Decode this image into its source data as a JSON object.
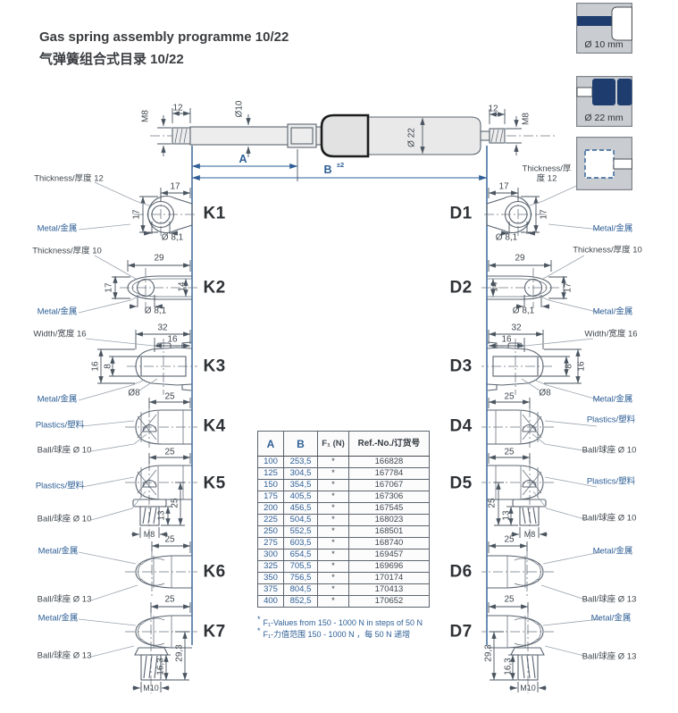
{
  "title": {
    "line1": "Gas spring assembly programme 10/22",
    "line2": "气弹簧组合式目录 10/22"
  },
  "legend": {
    "dia10": "Ø 10 mm",
    "dia22": "Ø 22 mm"
  },
  "drawing": {
    "thread_left": "M8",
    "stud_len_left": "12",
    "rod_dia": "Ø10",
    "body_dia": "Ø 22",
    "stud_len_right": "12",
    "thread_right": "M8",
    "dim_a": "A",
    "dim_b": "B",
    "dim_b_tol": "±2"
  },
  "fittings": {
    "k1": {
      "label": "K1",
      "note": "Thickness/厚度 12",
      "material": "Metal/金属",
      "dim_top": "17",
      "dim_side": "17",
      "dim_hole": "Ø 8,1"
    },
    "k2": {
      "label": "K2",
      "note": "Thickness/厚度 10",
      "material": "Metal/金属",
      "dim_top": "29",
      "dim_side": "17",
      "dim_side2": "14",
      "dim_hole": "Ø 8,1"
    },
    "k3": {
      "label": "K3",
      "note": "Width/宽度 16",
      "material": "Metal/金属",
      "dim_top": "32",
      "dim_top2": "16",
      "dim_side": "16",
      "dim_side2": "8",
      "dim_hole": "Ø8"
    },
    "k4": {
      "label": "K4",
      "material": "Plastics/塑料",
      "note": "Ball/球座 Ø 10",
      "dim_top": "25"
    },
    "k5": {
      "label": "K5",
      "material": "Plastics/塑料",
      "note": "Ball/球座 Ø 10",
      "dim_top": "25",
      "dim_side": "25",
      "dim_side2": "13",
      "thread": "M8"
    },
    "k6": {
      "label": "K6",
      "material": "Metal/金属",
      "note": "Ball/球座 Ø 13",
      "dim_top": "25"
    },
    "k7": {
      "label": "K7",
      "material": "Metal/金属",
      "note": "Ball/球座 Ø 13",
      "dim_top": "25",
      "dim_side": "29,3",
      "dim_side2": "16,3",
      "thread": "M10"
    },
    "d1": {
      "label": "D1",
      "note": "Thickness/厚度 12",
      "material": "Metal/金属",
      "dim_top": "17",
      "dim_side": "17",
      "dim_hole": "Ø 8,1"
    },
    "d2": {
      "label": "D2",
      "note": "Thickness/厚度 10",
      "material": "Metal/金属",
      "dim_top": "29",
      "dim_side": "17",
      "dim_side2": "14",
      "dim_hole": "Ø 8,1"
    },
    "d3": {
      "label": "D3",
      "note": "Width/宽度 16",
      "material": "Metal/金属",
      "dim_top": "32",
      "dim_top2": "16",
      "dim_side": "16",
      "dim_side2": "8",
      "dim_hole": "Ø8"
    },
    "d4": {
      "label": "D4",
      "material": "Plastics/塑料",
      "note": "Ball/球座 Ø 10",
      "dim_top": "25"
    },
    "d5": {
      "label": "D5",
      "material": "Plastics/塑料",
      "note": "Ball/球座 Ø 10",
      "dim_top": "25",
      "dim_side": "25",
      "dim_side2": "13",
      "thread": "M8"
    },
    "d6": {
      "label": "D6",
      "material": "Metal/金属",
      "note": "Ball/球座 Ø 13",
      "dim_top": "25"
    },
    "d7": {
      "label": "D7",
      "material": "Metal/金属",
      "note": "Ball/球座 Ø 13",
      "dim_top": "25",
      "dim_side": "29,3",
      "dim_side2": "16,3",
      "thread": "M10"
    }
  },
  "table": {
    "headers": [
      "A",
      "B",
      "F₁ (N)",
      "Ref.-No./订货号"
    ],
    "rows": [
      [
        "100",
        "253,5",
        "*",
        "166828"
      ],
      [
        "125",
        "304,5",
        "*",
        "167784"
      ],
      [
        "150",
        "354,5",
        "*",
        "167067"
      ],
      [
        "175",
        "405,5",
        "*",
        "167306"
      ],
      [
        "200",
        "456,5",
        "*",
        "167545"
      ],
      [
        "225",
        "504,5",
        "*",
        "168023"
      ],
      [
        "250",
        "552,5",
        "*",
        "168501"
      ],
      [
        "275",
        "603,5",
        "*",
        "168740"
      ],
      [
        "300",
        "654,5",
        "*",
        "169457"
      ],
      [
        "325",
        "705,5",
        "*",
        "169696"
      ],
      [
        "350",
        "756,5",
        "*",
        "170174"
      ],
      [
        "375",
        "804,5",
        "*",
        "170413"
      ],
      [
        "400",
        "852,5",
        "*",
        "170652"
      ]
    ]
  },
  "footnotes": {
    "marker": "*",
    "en": "F₁-Values from 150 - 1000 N in steps of 50 N",
    "zh": "F₁-力值范围 150 - 1000 N ，每 50 N 递增"
  },
  "colors": {
    "accent": "#2e5f96",
    "navy": "#1e3c6e",
    "icon_gray": "#c9cdd1",
    "ink": "#3f474e"
  }
}
